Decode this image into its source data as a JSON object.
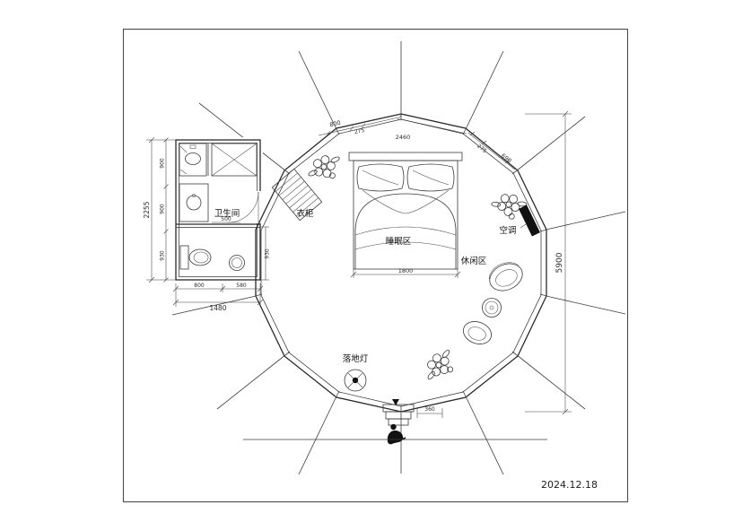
{
  "title_block": {
    "date": "2024.12.18"
  },
  "labels": {
    "bathroom": "卫生间",
    "wardrobe": "衣柜",
    "sleeping_area": "睡眠区",
    "leisure_area": "休闲区",
    "air_conditioner": "空调",
    "floor_lamp": "落地灯"
  },
  "dimensions": {
    "plan_diameter": "5900",
    "bathroom_overall_height": "2255",
    "bathroom_overall_width": "1480",
    "bathroom_left_segments": [
      "900",
      "900",
      "930"
    ],
    "bathroom_bottom_segments": [
      "800",
      "580"
    ],
    "bathroom_side_segment": "930",
    "vanity_width": "500",
    "bed_width": "1800",
    "entry_width": "360",
    "top_edge_segments": [
      "800",
      "275",
      "2460",
      "275",
      "690"
    ]
  },
  "colors": {
    "line": "#2a2a2a",
    "background": "#ffffff"
  }
}
